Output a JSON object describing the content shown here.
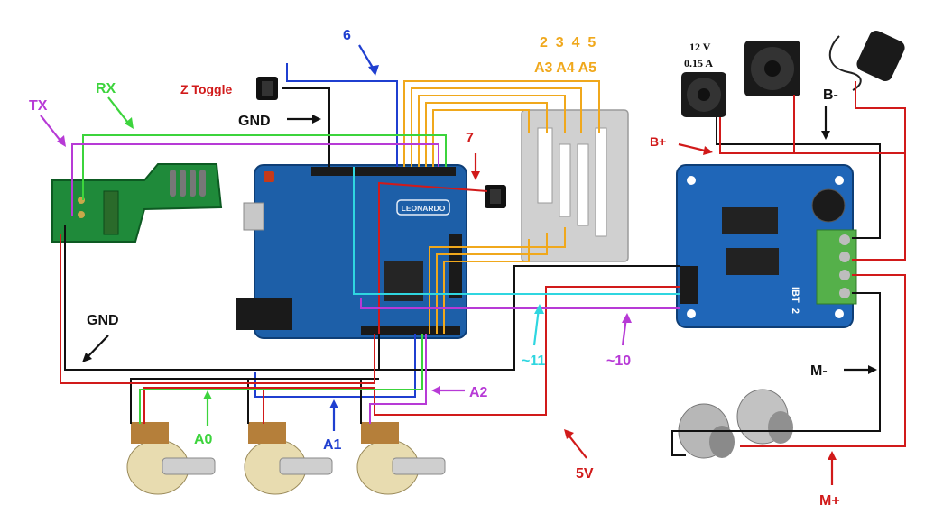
{
  "labels": {
    "tx": "TX",
    "rx": "RX",
    "z_toggle": "Z Toggle",
    "gnd_top": "GND",
    "pin6": "6",
    "pin7": "7",
    "analog_digits": "2  3  4  5",
    "analog_names": "A3 A4 A5",
    "fan_voltage": "12 V",
    "fan_current": "0.15 A",
    "b_minus": "B-",
    "b_plus": "B+",
    "gnd_left": "GND",
    "a0": "A0",
    "a1": "A1",
    "a2": "A2",
    "pwm11": "~11",
    "pwm10": "~10",
    "five_v": "5V",
    "m_minus": "M-",
    "m_plus": "M+",
    "board_name": "LEONARDO",
    "driver_name": "IBT_2"
  },
  "colors": {
    "red": "#d11a1a",
    "black": "#111111",
    "green": "#3cd43c",
    "blue": "#1f3fd0",
    "orange": "#f0a81c",
    "purple": "#b73ad6",
    "cyan": "#2fd6e0",
    "board_blue": "#1d5fa8",
    "pcb_green": "#1f8a3a"
  }
}
